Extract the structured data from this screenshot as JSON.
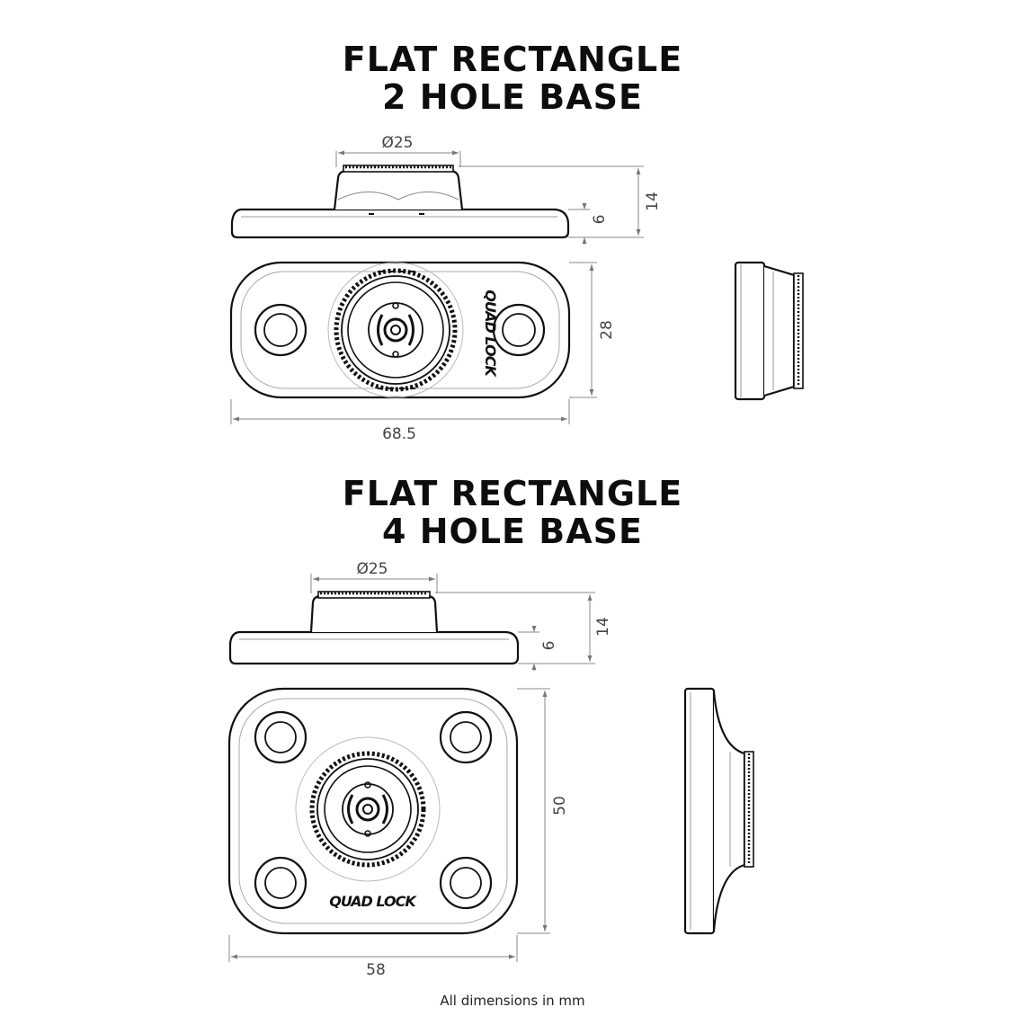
{
  "sections": [
    {
      "title_line1": "FLAT RECTANGLE",
      "title_line2": "2 HOLE BASE",
      "dims": {
        "diameter": "Ø25",
        "height_total": "14",
        "height_base": "6",
        "width": "68.5",
        "depth": "28"
      },
      "brand": "QUAD LOCK"
    },
    {
      "title_line1": "FLAT RECTANGLE",
      "title_line2": "4 HOLE BASE",
      "dims": {
        "diameter": "Ø25",
        "height_total": "14",
        "height_base": "6",
        "width": "58",
        "depth": "50"
      },
      "brand": "QUAD LOCK"
    }
  ],
  "footer": "All dimensions in mm"
}
